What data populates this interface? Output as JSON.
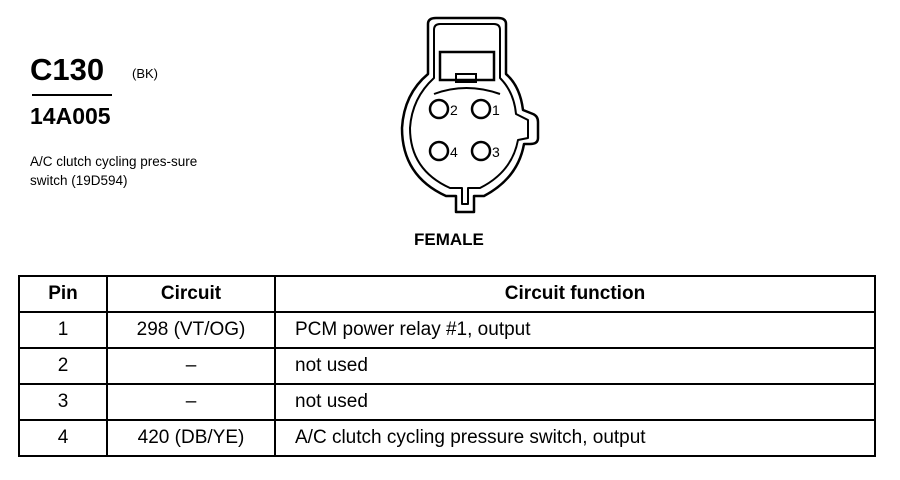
{
  "header": {
    "connector_id": "C130",
    "connector_color": "(BK)",
    "part_number": "14A005",
    "description": "A/C clutch cycling pres-sure switch (19D594)"
  },
  "connector": {
    "pins": [
      {
        "number": "1"
      },
      {
        "number": "2"
      },
      {
        "number": "3"
      },
      {
        "number": "4"
      }
    ],
    "gender": "FEMALE"
  },
  "table": {
    "headers": [
      "Pin",
      "Circuit",
      "Circuit function"
    ],
    "rows": [
      {
        "pin": "1",
        "circuit": "298 (VT/OG)",
        "function": "PCM power relay #1, output"
      },
      {
        "pin": "2",
        "circuit": "–",
        "function": "not used"
      },
      {
        "pin": "3",
        "circuit": "–",
        "function": "not used"
      },
      {
        "pin": "4",
        "circuit": "420 (DB/YE)",
        "function": "A/C clutch cycling pressure switch, output"
      }
    ]
  }
}
